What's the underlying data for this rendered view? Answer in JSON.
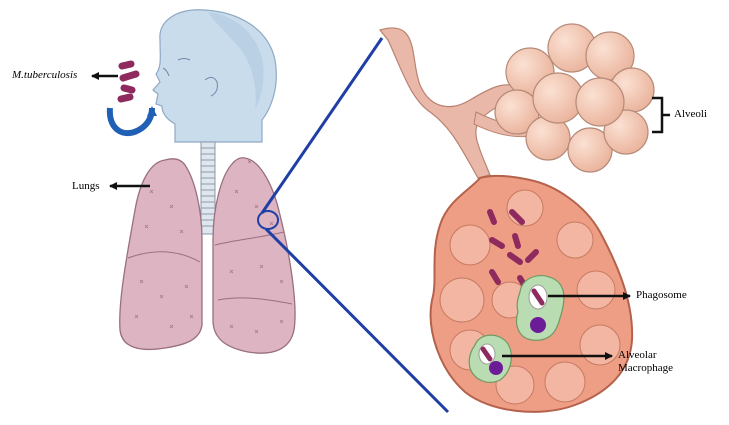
{
  "labels": {
    "pathogen": "M.tuberculosis",
    "lungs": "Lungs",
    "alveoli": "Alveoli",
    "phagosome": "Phagosome",
    "macrophage_line1": "Alveolar",
    "macrophage_line2": "Macrophage"
  },
  "colors": {
    "bacteria": "#8e2a5e",
    "lung": "#dcb4c2",
    "head": "#c9dcec",
    "zoom_lines": "#1f3fa6",
    "alveolus_tissue": "#ee9e84",
    "alveoli_cluster": "#f2c6b4",
    "macrophage": "#b9dcb2",
    "nucleus": "#6c1c96",
    "airway": "#eab8a8",
    "arrow": "#111111"
  },
  "icons": [
    "bacteria-icon",
    "inhalation-arrow-icon",
    "head-icon",
    "trachea-icon",
    "lungs-icon",
    "alveoli-icon",
    "macrophage-icon",
    "phagosome-icon"
  ]
}
